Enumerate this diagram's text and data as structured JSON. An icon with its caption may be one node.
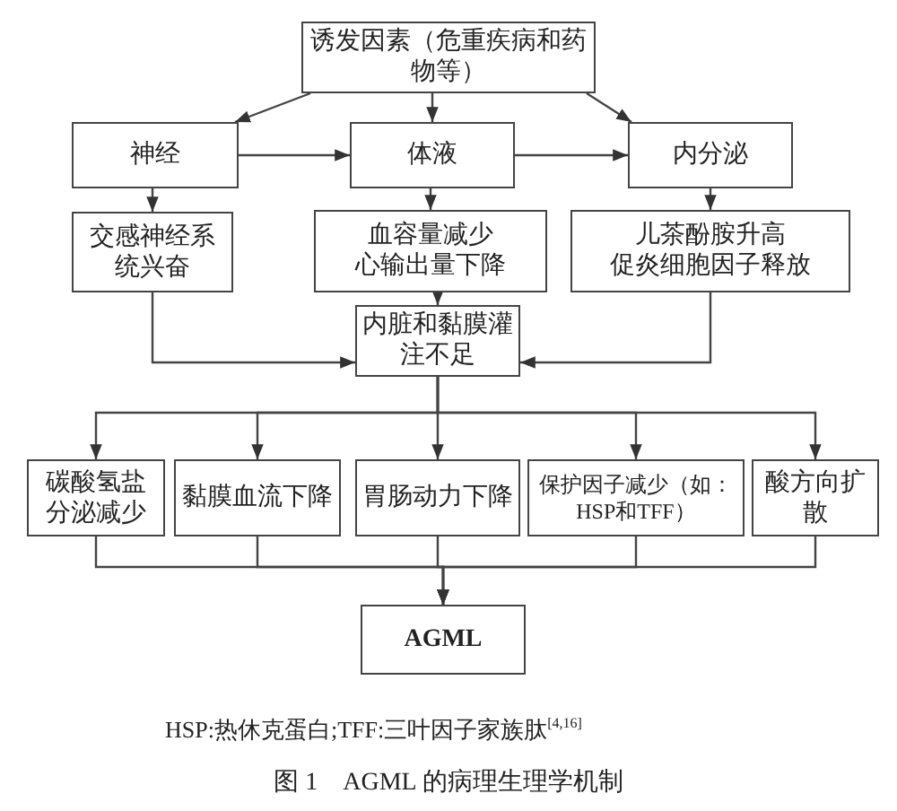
{
  "diagram": {
    "caption": "图 1　AGML 的病理生理学机制",
    "nodes": [
      {
        "text": [
          "诱发因素（危重疾病和药物等）"
        ]
      },
      {
        "text": [
          "神经"
        ]
      },
      {
        "text": [
          "体液"
        ]
      },
      {
        "text": [
          "内分泌"
        ]
      },
      {
        "text": [
          "交感神经系统兴奋"
        ]
      },
      {
        "text": [
          "血容量减少",
          "心输出量下降"
        ]
      },
      {
        "text": [
          "儿茶酚胺升高",
          "促炎细胞因子释放"
        ]
      },
      {
        "text": [
          "内脏和黏膜灌注不足"
        ]
      },
      {
        "text": [
          "碳酸氢盐分泌减少"
        ]
      },
      {
        "text": [
          "黏膜血流下降"
        ]
      },
      {
        "text": [
          "胃肠动力下降"
        ]
      },
      {
        "text": [
          "保护因子减少（如：HSP和TFF）"
        ]
      },
      {
        "text": [
          "酸方向扩散"
        ]
      },
      {
        "text": [
          "AGML"
        ]
      }
    ],
    "edges": [
      {
        "from": 0,
        "to": 1,
        "arrow": "to"
      },
      {
        "from": 0,
        "to": 2,
        "arrow": "to"
      },
      {
        "from": 0,
        "to": 3,
        "arrow": "to"
      },
      {
        "from": 1,
        "to": 2,
        "arrow": "to"
      },
      {
        "from": 2,
        "to": 3,
        "arrow": "to"
      },
      {
        "from": 1,
        "to": 4,
        "arrow": "to"
      },
      {
        "from": 2,
        "to": 5,
        "arrow": "to"
      },
      {
        "from": 3,
        "to": 6,
        "arrow": "to"
      },
      {
        "from": 4,
        "to": 7,
        "arrow": "to"
      },
      {
        "from": 5,
        "to": 7,
        "arrow": "to"
      },
      {
        "from": 6,
        "to": 7,
        "arrow": "to"
      },
      {
        "from": 7,
        "to": 8,
        "arrow": "to"
      },
      {
        "from": 7,
        "to": 9,
        "arrow": "to"
      },
      {
        "from": 7,
        "to": 10,
        "arrow": "to"
      },
      {
        "from": 7,
        "to": 11,
        "arrow": "to"
      },
      {
        "from": 7,
        "to": 12,
        "arrow": "to"
      },
      {
        "from": 8,
        "to": 13,
        "arrow": "to"
      },
      {
        "from": 9,
        "to": 13,
        "arrow": "to"
      },
      {
        "from": 10,
        "to": 13,
        "arrow": "to"
      },
      {
        "from": 11,
        "to": 13,
        "arrow": "to"
      },
      {
        "from": 12,
        "to": 13,
        "arrow": "to"
      }
    ],
    "labels": [
      "HSP:热休克蛋白;TFF:三叶因子家族肽$^{[4,16]}$"
    ]
  }
}
